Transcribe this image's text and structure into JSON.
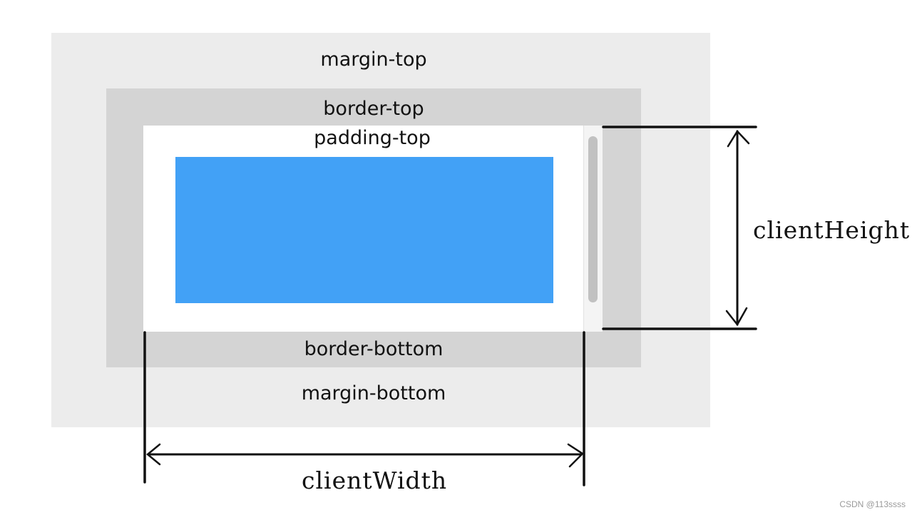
{
  "labels": {
    "margin_top": "margin-top",
    "border_top": "border-top",
    "padding_top": "padding-top",
    "border_bottom": "border-bottom",
    "margin_bottom": "margin-bottom",
    "client_height": "clientHeight",
    "client_width": "clientWidth"
  },
  "watermark": "CSDN @113ssss",
  "colors": {
    "margin": "#ececec",
    "border": "#d4d4d4",
    "padding": "#ffffff",
    "content": "#42a1f6",
    "scrollbar_thumb": "#c1c1c1",
    "ink": "#111111"
  }
}
